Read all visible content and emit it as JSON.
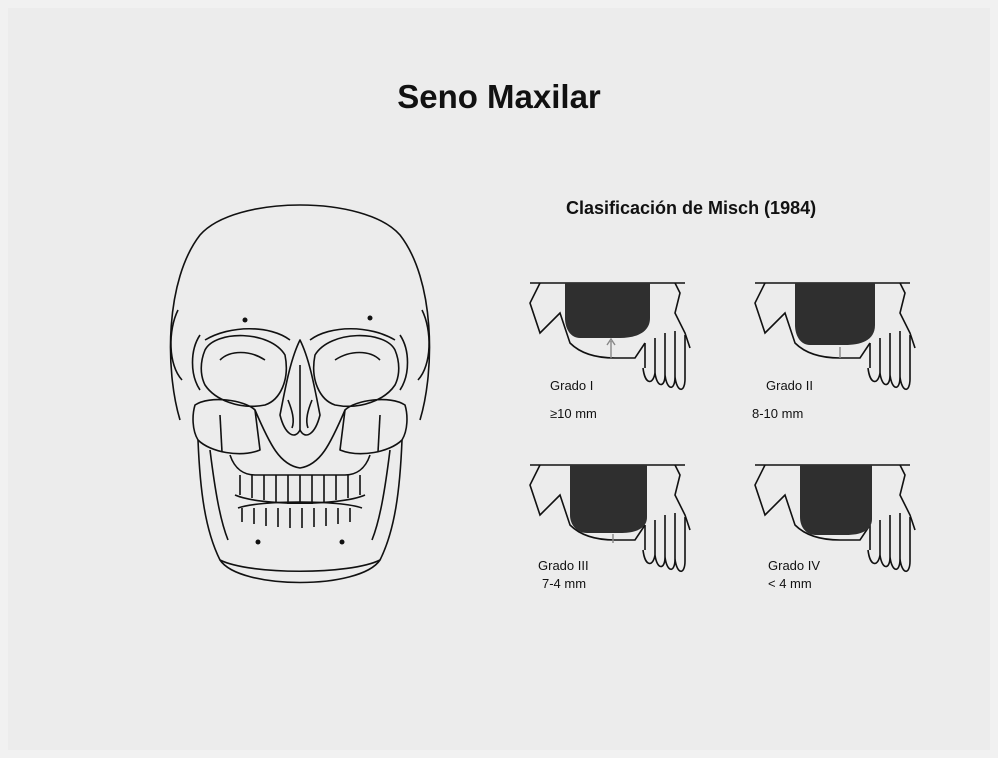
{
  "slide": {
    "title": "Seno Maxilar",
    "subtitle": "Clasificación de Misch (1984)"
  },
  "grades": [
    {
      "name": "Grado I",
      "value": "≥10 mm"
    },
    {
      "name": "Grado II",
      "value": "8-10 mm"
    },
    {
      "name": "Grado III",
      "value": "7-4 mm"
    },
    {
      "name": "Grado IV",
      "value": "< 4 mm"
    }
  ]
}
